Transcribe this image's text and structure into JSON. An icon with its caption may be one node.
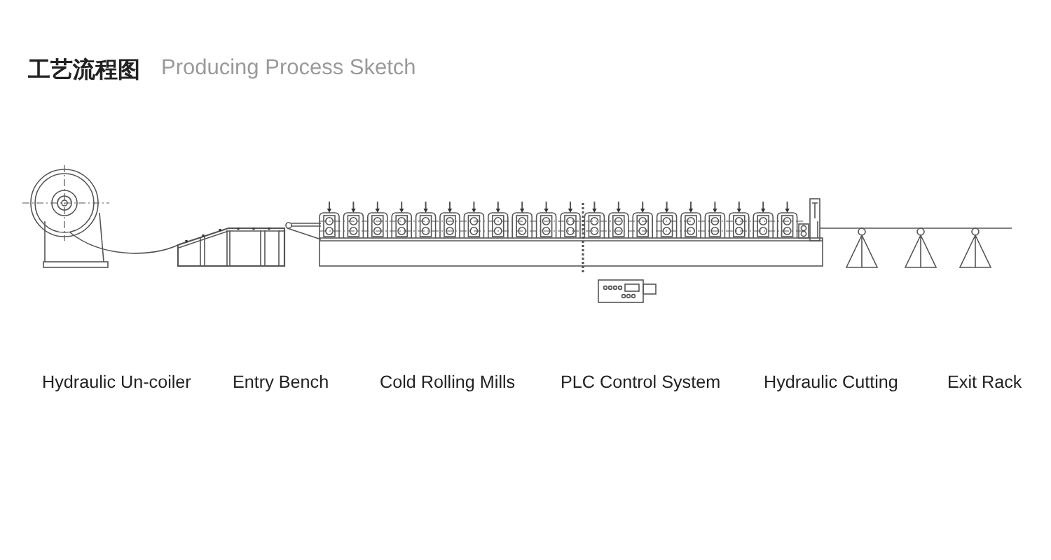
{
  "diagram": {
    "title": "工艺流程图",
    "labels": [
      "Producing Process Sketch",
      "Hydraulic Un-coiler",
      "Entry Bench",
      "Cold Rolling Mills",
      "PLC Control System",
      "Hydraulic Cutting",
      "Exit Rack"
    ]
  }
}
